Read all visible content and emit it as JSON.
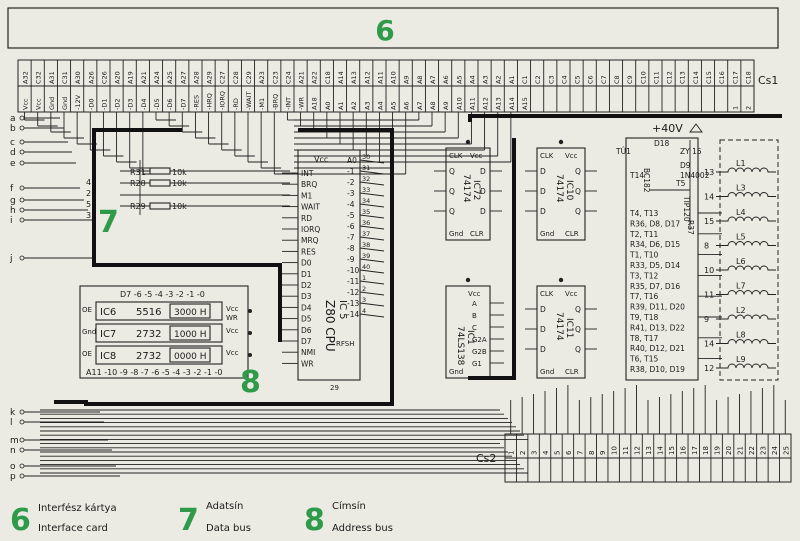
{
  "labels": {
    "six": "6",
    "seven": "7",
    "eight": "8",
    "cs1": "Cs1",
    "cs2": "Cs2"
  },
  "legend": {
    "interface_hu": "Interfész kártya",
    "interface_en": "Interface card",
    "data_hu": "Adatsín",
    "data_en": "Data bus",
    "addr_hu": "Címsín",
    "addr_en": "Address bus"
  },
  "connector_top": {
    "signals": [
      "Vcc",
      "Vcc",
      "Gnd",
      "Gnd",
      "-12V",
      "-D0",
      "-D1",
      "-D2",
      "-D3",
      "-D4",
      "-D5",
      "-D6",
      "-D7",
      "-RES",
      "-HRQ",
      "-IORQ",
      "-RD",
      "-WAIT",
      "-M1",
      "-BRQ",
      "-INT",
      "-WR",
      "A18",
      "A0",
      "A1",
      "A2",
      "A3",
      "A4",
      "A5",
      "A6",
      "A7",
      "A8",
      "A9",
      "A10",
      "A11",
      "A12",
      "A13",
      "A14",
      "A15",
      "",
      "",
      "",
      "",
      "",
      "",
      "",
      "",
      "",
      "",
      "",
      "",
      "",
      "",
      "",
      "",
      ""
    ],
    "pins_a": [
      "A32",
      "C32",
      "A31",
      "C31",
      "A30",
      "A26",
      "C26",
      "A20",
      "A19",
      "A21",
      "A24",
      "A25",
      "A27",
      "A28",
      "A29",
      "C27",
      "C28",
      "C29",
      "A23",
      "C23",
      "C24",
      "A21",
      "A22",
      "C18",
      "A14",
      "A13",
      "A12",
      "A11",
      "A10",
      "A9",
      "A8",
      "A7",
      "A6",
      "A5",
      "A4",
      "A3",
      "A2",
      "A1",
      "C1",
      "C2",
      "C3",
      "C4",
      "C5",
      "C6",
      "C7",
      "C8",
      "C9",
      "C10",
      "C11",
      "C12",
      "C13",
      "C14",
      "C15",
      "C16",
      "C17",
      "C18"
    ],
    "pins_b": [
      "",
      "",
      "",
      "",
      "",
      "",
      "",
      "",
      "",
      "",
      "",
      "",
      "",
      "",
      "",
      "",
      "",
      "",
      "",
      "",
      "",
      "",
      "",
      "",
      "",
      "",
      "",
      "",
      "",
      "",
      "",
      "",
      "",
      "",
      "",
      "",
      "",
      "",
      "",
      "",
      "",
      "",
      "",
      "",
      "",
      "",
      "",
      "",
      "",
      "",
      "",
      "",
      "",
      "",
      "1",
      "2",
      "3",
      "4",
      "5",
      "6",
      "7",
      "8",
      "9",
      "10",
      "11",
      "12",
      "13",
      "14",
      "15",
      "16",
      "17",
      "18",
      "19",
      "20",
      "21",
      "22",
      "23",
      "24",
      "25"
    ]
  },
  "connector_bottom": {
    "pins": [
      "1",
      "2",
      "3",
      "4",
      "5",
      "6",
      "7",
      "8",
      "9",
      "10",
      "11",
      "12",
      "13",
      "14",
      "15",
      "16",
      "17",
      "18",
      "19",
      "20",
      "21",
      "22",
      "23",
      "24",
      "25"
    ]
  },
  "left_taps": [
    "a",
    "b",
    "c",
    "d",
    "e",
    "f",
    "g",
    "h",
    "i",
    "j",
    "k",
    "l",
    "m",
    "n",
    "o",
    "p"
  ],
  "bus_inputs": [
    "4",
    "2",
    "5",
    "3"
  ],
  "resistors": [
    {
      "name": "R31",
      "value": "10k"
    },
    {
      "name": "R28",
      "value": "10k"
    },
    {
      "name": "R29",
      "value": "10k"
    }
  ],
  "cpu": {
    "name": "Z80 CPU",
    "ref": "IC 5",
    "vcc": "Vcc",
    "rfsh": "RFSH",
    "gnd_pin": "29",
    "left": [
      "INT",
      "BRQ",
      "M1",
      "WAIT",
      "RD",
      "IORQ",
      "MRQ",
      "RES",
      "D0",
      "D1",
      "D2",
      "D3",
      "D4",
      "D5",
      "D6",
      "D7",
      "NMI",
      "WR"
    ],
    "right": [
      "A0",
      "-1",
      "-2",
      "-3",
      "-4",
      "-5",
      "-6",
      "-7",
      "-8",
      "-9",
      "-10",
      "-11",
      "-12",
      "-13",
      "-14"
    ],
    "right_pins": [
      "30",
      "31",
      "32",
      "33",
      "34",
      "35",
      "36",
      "37",
      "38",
      "39",
      "40",
      "1",
      "2",
      "3",
      "4"
    ]
  },
  "memory": {
    "header": "D7 -6 -5 -4 -3 -2 -1 -0",
    "footer": "A11 -10 -9 -8 -7 -6 -5 -4 -3 -2 -1 -0",
    "chips": [
      {
        "ref": "IC6",
        "part": "5516",
        "addr": "3000 H",
        "ctrl": "WR"
      },
      {
        "ref": "IC7",
        "part": "2732",
        "addr": "1000 H",
        "ctrl": ""
      },
      {
        "ref": "IC8",
        "part": "2732",
        "addr": "0000 H",
        "ctrl": ""
      }
    ],
    "side_pins": [
      "OE",
      "Gnd",
      "OE"
    ],
    "vcc": "Vcc"
  },
  "ic72": {
    "part": "74174",
    "ref": "IC72",
    "pins": [
      "CLK",
      "Vcc",
      "Q",
      "D",
      "Q",
      "D",
      "Q",
      "D",
      "Gnd",
      "CLR"
    ]
  },
  "ic10": {
    "part": "74174",
    "ref": "IC10",
    "pins": [
      "CLK",
      "Vcc",
      "D",
      "Q",
      "D",
      "Q",
      "D",
      "Q",
      "Gnd",
      "CLR"
    ]
  },
  "ic1": {
    "part": "74LS138",
    "ref": "IC1",
    "pins": [
      "Vcc",
      "A",
      "B",
      "C",
      "G2A",
      "G2B",
      "G1",
      "Gnd"
    ]
  },
  "ic11": {
    "part": "74174",
    "ref": "IC11",
    "pins": [
      "CLK",
      "Vcc",
      "D",
      "Q",
      "D",
      "Q",
      "D",
      "Q",
      "Gnd",
      "CLR"
    ]
  },
  "driver": {
    "supply": "+40V",
    "parts": [
      "D18",
      "ZY 15",
      "D9",
      "1N4002",
      "BC182",
      "T14",
      "TIP120",
      "R37",
      "T5",
      "TÛ1"
    ],
    "rows": [
      "T4, T13",
      "R36, D8, D17",
      "T2, T11",
      "R34, D6, D15",
      "T1, T10",
      "R33, D5, D14",
      "T3, T12",
      "R35, D7, D16",
      "T7, T16",
      "R39, D11, D20",
      "T9, T18",
      "R41, D13, D22",
      "T8, T17",
      "R40, D12, D21",
      "T6, T15",
      "R38, D10, D19"
    ]
  },
  "lamps": [
    {
      "pin": "13",
      "name": "L1"
    },
    {
      "pin": "14",
      "name": "L3"
    },
    {
      "pin": "15",
      "name": "L4"
    },
    {
      "pin": "8",
      "name": "L5"
    },
    {
      "pin": "10",
      "name": "L6"
    },
    {
      "pin": "11",
      "name": "L7"
    },
    {
      "pin": "9",
      "name": "L2"
    },
    {
      "pin": "14",
      "name": "L8"
    },
    {
      "pin": "12",
      "name": "L9"
    }
  ]
}
